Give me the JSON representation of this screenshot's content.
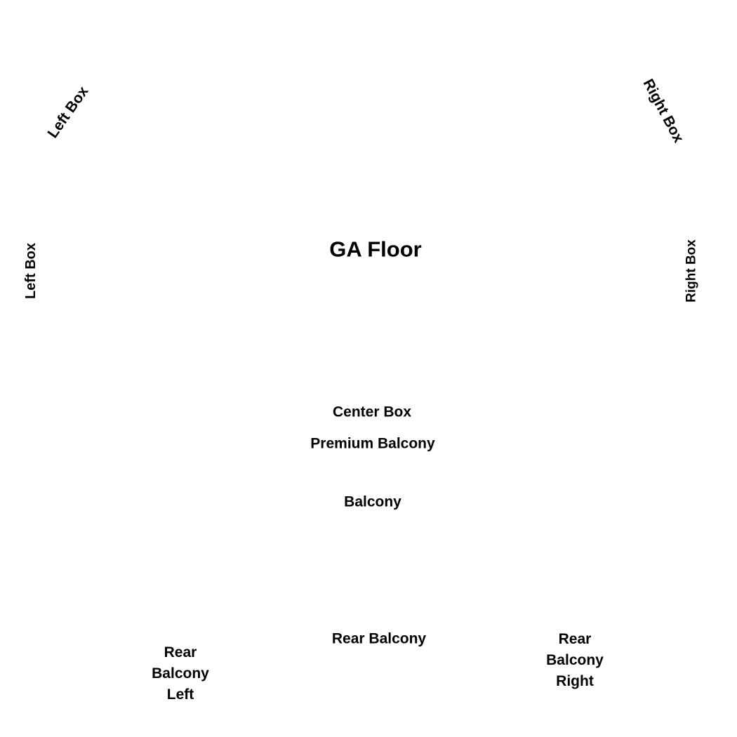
{
  "seat_map": {
    "sections": {
      "left_box_upper": "Left Box",
      "right_box_upper": "Right Box",
      "left_box_side": "Left Box",
      "right_box_side": "Right Box",
      "ga_floor": "GA Floor",
      "center_box": "Center Box",
      "premium_balcony": "Premium Balcony",
      "balcony": "Balcony",
      "rear_balcony": "Rear Balcony",
      "rear_balcony_left": "Rear Balcony Left",
      "rear_balcony_right": "Rear Balcony Right"
    }
  }
}
